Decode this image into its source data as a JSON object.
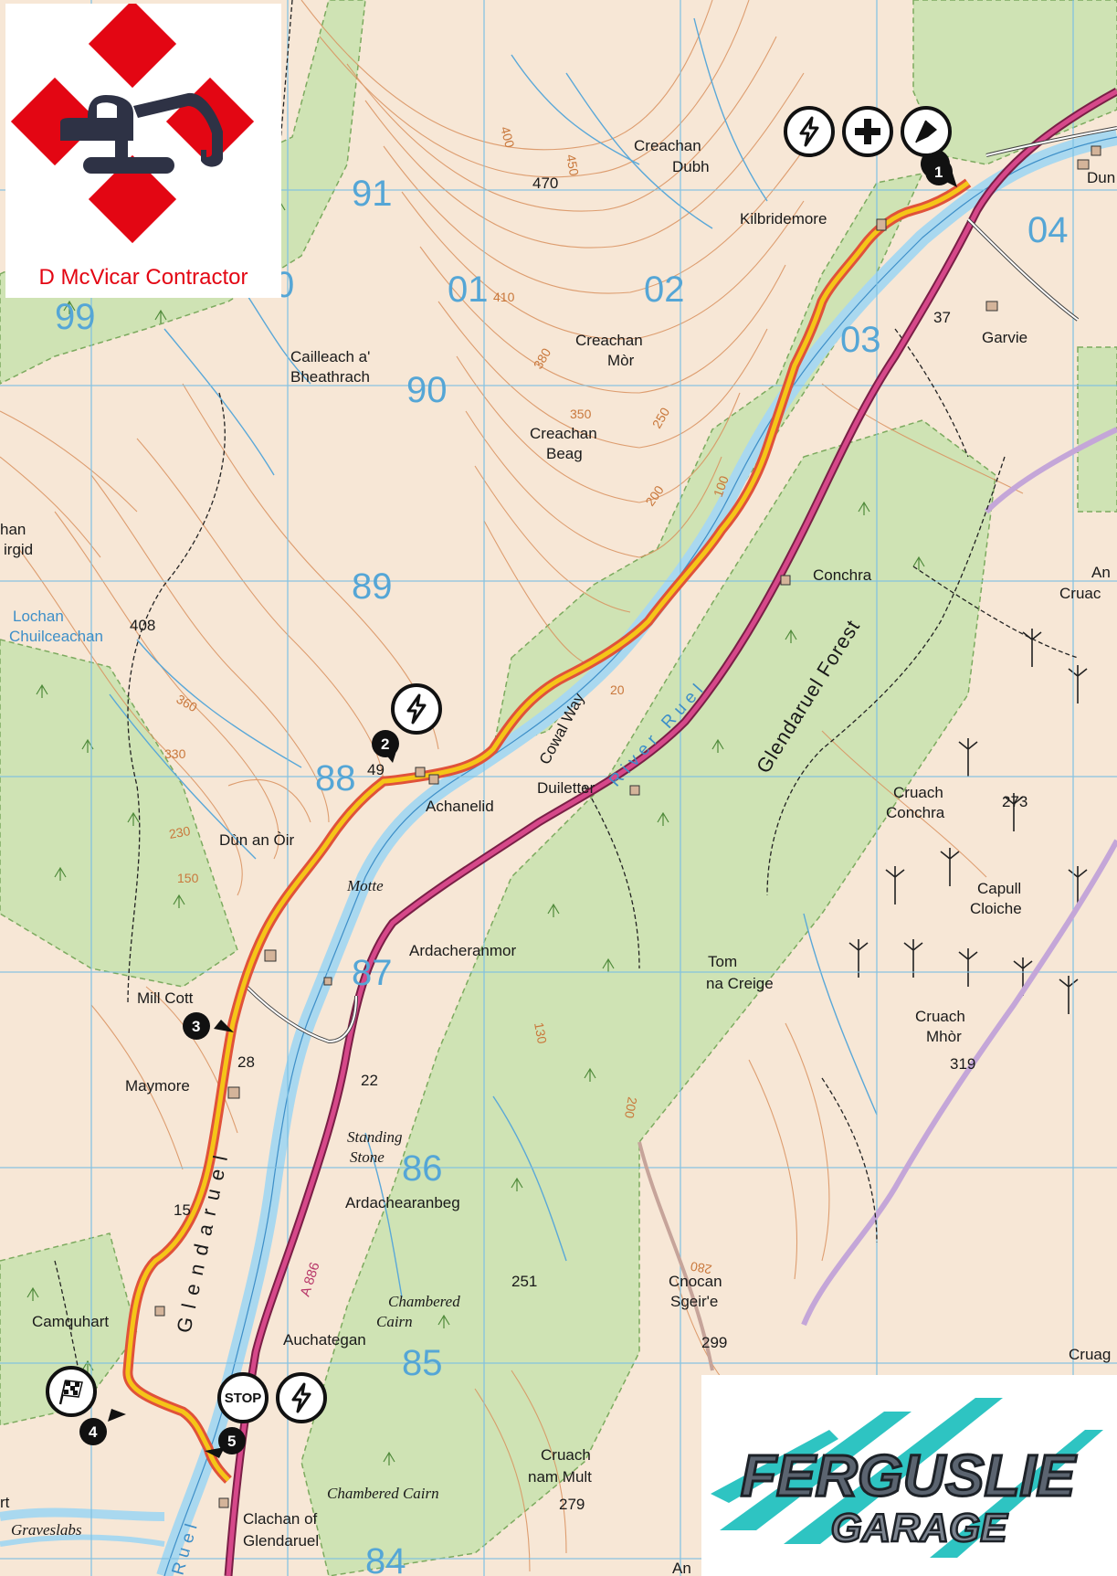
{
  "logos": {
    "contractor_caption": "D McVicar Contractor",
    "garage_line1": "FERGUSLIE",
    "garage_line2": "GARAGE"
  },
  "colors": {
    "route": "#f5c518",
    "route_edge": "#e0523a",
    "a_road": "#b8386a",
    "forest": "#cfe3b4",
    "water": "#a9d8ef",
    "contour": "#d9915e",
    "grid": "#7cc0e3",
    "logo_red": "#e30613",
    "logo_navy": "#2e3245",
    "garage_teal": "#2ec4c2"
  },
  "grid_numbers": {
    "e99": "99",
    "e00": "0",
    "e01": "01",
    "e02": "02",
    "e03": "03",
    "e04": "04",
    "n91": "91",
    "n90": "90",
    "n89": "89",
    "n88": "88",
    "n87": "87",
    "n86": "86",
    "n85": "85",
    "n84": "84"
  },
  "place_names": {
    "creachan_dubh_1": "Creachan",
    "creachan_dubh_2": "Dubh",
    "kilbridemore": "Kilbridemore",
    "dun": "Dun",
    "garvie": "Garvie",
    "cailleach_1": "Cailleach a'",
    "cailleach_2": "Bheathrach",
    "creachan_mor_1": "Creachan",
    "creachan_mor_2": "Mòr",
    "creachan_beag_1": "Creachan",
    "creachan_beag_2": "Beag",
    "left_han": "han",
    "left_irgid": "irgid",
    "lochan_1": "Lochan",
    "lochan_2": "Chuilceachan",
    "conchra": "Conchra",
    "an_cruac_1": "An",
    "an_cruac_2": "Cruac",
    "achanelid": "Achanelid",
    "duiletter": "Duiletter",
    "cruach_conchra_1": "Cruach",
    "cruach_conchra_2": "Conchra",
    "dun_an_oir": "Dùn an Òir",
    "motte": "Motte",
    "capull_1": "Capull",
    "capull_2": "Cloiche",
    "ardacheranmor": "Ardacheranmor",
    "tom_1": "Tom",
    "tom_2": "na Creige",
    "mill_cott": "Mill Cott",
    "cruach_mhor_1": "Cruach",
    "cruach_mhor_2": "Mhòr",
    "maymore": "Maymore",
    "standing_1": "Standing",
    "standing_2": "Stone",
    "ardachearanbeg": "Ardachearanbeg",
    "cnocan_1": "Cnocan",
    "cnocan_2": "Sgeir'e",
    "camquhart": "Camquhart",
    "chambered_1": "Chambered",
    "chambered_2": "Cairn",
    "auchategan": "Auchategan",
    "cruag": "Cruag",
    "cruach_nam_1": "Cruach",
    "cruach_nam_2": "nam Mult",
    "chambered_cairn_2": "Chambered Cairn",
    "clachan_1": "Clachan of",
    "clachan_2": "Glendaruel",
    "graveslabs": "Graveslabs",
    "left_rt": "rt",
    "an_bottom": "An"
  },
  "feature_labels": {
    "cowal_way": "Cowal Way",
    "river_ruel": "River Ruel",
    "glendaruel_forest": "Glendaruel Forest",
    "glendaruel_valley": "Glendaruel",
    "ruel_bottom": "Ruel",
    "a886": "A 886"
  },
  "spot_heights": {
    "h470": "470",
    "h37": "37",
    "h408": "408",
    "h49": "49",
    "h273": "273",
    "h28": "28",
    "h319": "319",
    "h22": "22",
    "h15": "15",
    "h251": "251",
    "h299": "299",
    "h279": "279"
  },
  "contour_labels": {
    "c400": "400",
    "c450": "450",
    "c410": "410",
    "c380": "380",
    "c350": "350",
    "c250": "250",
    "c200": "200",
    "c100": "100",
    "c360": "360",
    "c330": "330",
    "c230": "230",
    "c150": "150",
    "c20": "20",
    "c130": "130",
    "c200b": "200",
    "c280": "280"
  },
  "waypoints": {
    "wp1": "1",
    "wp2": "2",
    "wp3": "3",
    "wp4": "4",
    "wp5": "5"
  },
  "markers": {
    "stop_label": "STOP"
  },
  "icons": {
    "service": "lightning-bolt-icon",
    "medical": "medical-cross-icon",
    "start": "start-flag-icon",
    "finish": "chequered-flag-icon",
    "stop": "stop-sign-icon"
  }
}
